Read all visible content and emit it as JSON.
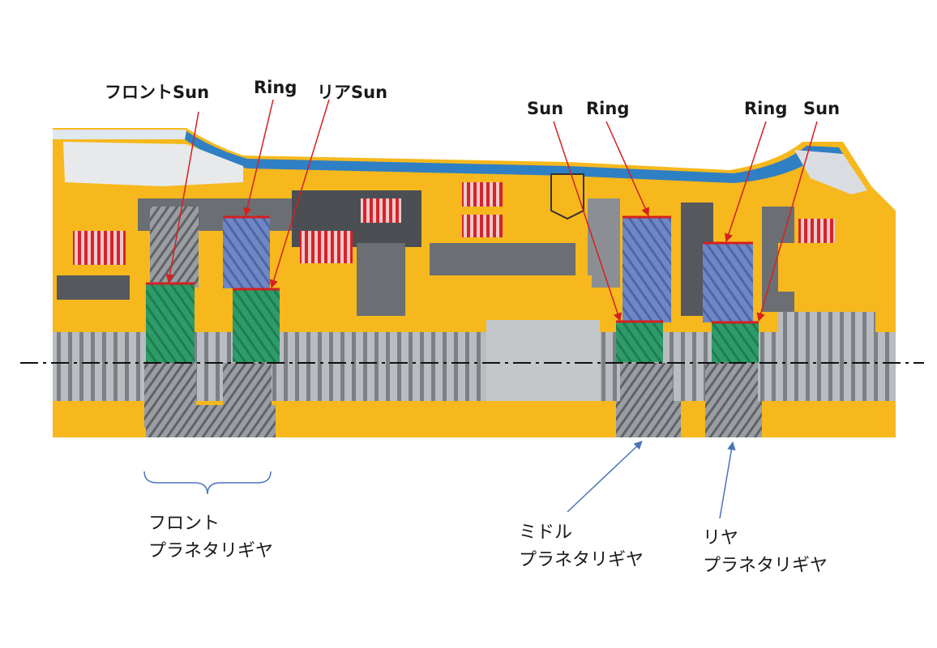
{
  "labels": {
    "front_sun": "フロントSun",
    "front_ring": "Ring",
    "rear_sun_top": "リアSun",
    "middle_sun": "Sun",
    "middle_ring": "Ring",
    "rear_ring": "Ring",
    "rear_sun": "Sun"
  },
  "captions": {
    "front_line1": "フロント",
    "front_line2": "プラネタリギヤ",
    "middle_line1": "ミドル",
    "middle_line2": "プラネタリギヤ",
    "rear_line1": "リヤ",
    "rear_line2": "プラネタリギヤ"
  },
  "colors": {
    "housing_yellow": "#f6b81c",
    "cover_blue": "#2f7fc4",
    "ring_blue": "#6f87c4",
    "sun_green": "#2e9b6a",
    "spring_red": "#d4242d",
    "leader_red": "#d42020",
    "leader_blue": "#4a74b8",
    "steel_gray": "#8e9296"
  }
}
